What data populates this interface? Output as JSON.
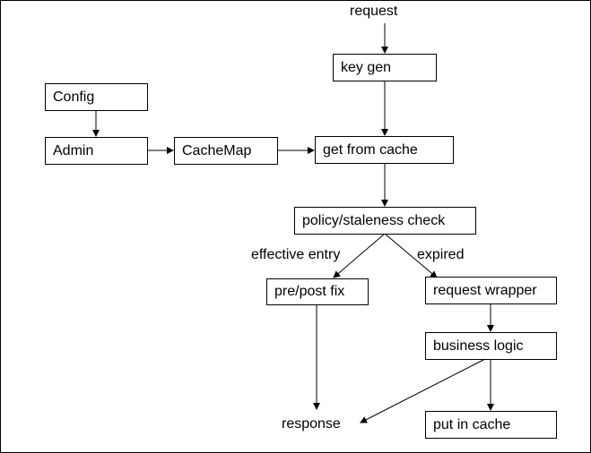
{
  "nodes": {
    "config": "Config",
    "admin": "Admin",
    "cachemap": "CacheMap",
    "key_gen": "key gen",
    "get_from_cache": "get from cache",
    "policy_check": "policy/staleness check",
    "pre_post_fix": "pre/post fix",
    "request_wrapper": "request wrapper",
    "business_logic": "business logic",
    "put_in_cache": "put in cache"
  },
  "labels": {
    "request": "request",
    "response": "response",
    "effective_entry": "effective entry",
    "expired": "expired"
  },
  "edges": [
    {
      "from": "request",
      "to": "key_gen"
    },
    {
      "from": "key_gen",
      "to": "get_from_cache"
    },
    {
      "from": "config",
      "to": "admin"
    },
    {
      "from": "admin",
      "to": "cachemap"
    },
    {
      "from": "cachemap",
      "to": "get_from_cache"
    },
    {
      "from": "get_from_cache",
      "to": "policy_check"
    },
    {
      "from": "policy_check",
      "to": "pre_post_fix",
      "label": "effective_entry"
    },
    {
      "from": "policy_check",
      "to": "request_wrapper",
      "label": "expired"
    },
    {
      "from": "request_wrapper",
      "to": "business_logic"
    },
    {
      "from": "business_logic",
      "to": "put_in_cache"
    },
    {
      "from": "business_logic",
      "to": "response"
    },
    {
      "from": "pre_post_fix",
      "to": "response"
    }
  ],
  "colors": {
    "line": "#000000",
    "box_fill": "#ffffff",
    "text": "#000000"
  }
}
